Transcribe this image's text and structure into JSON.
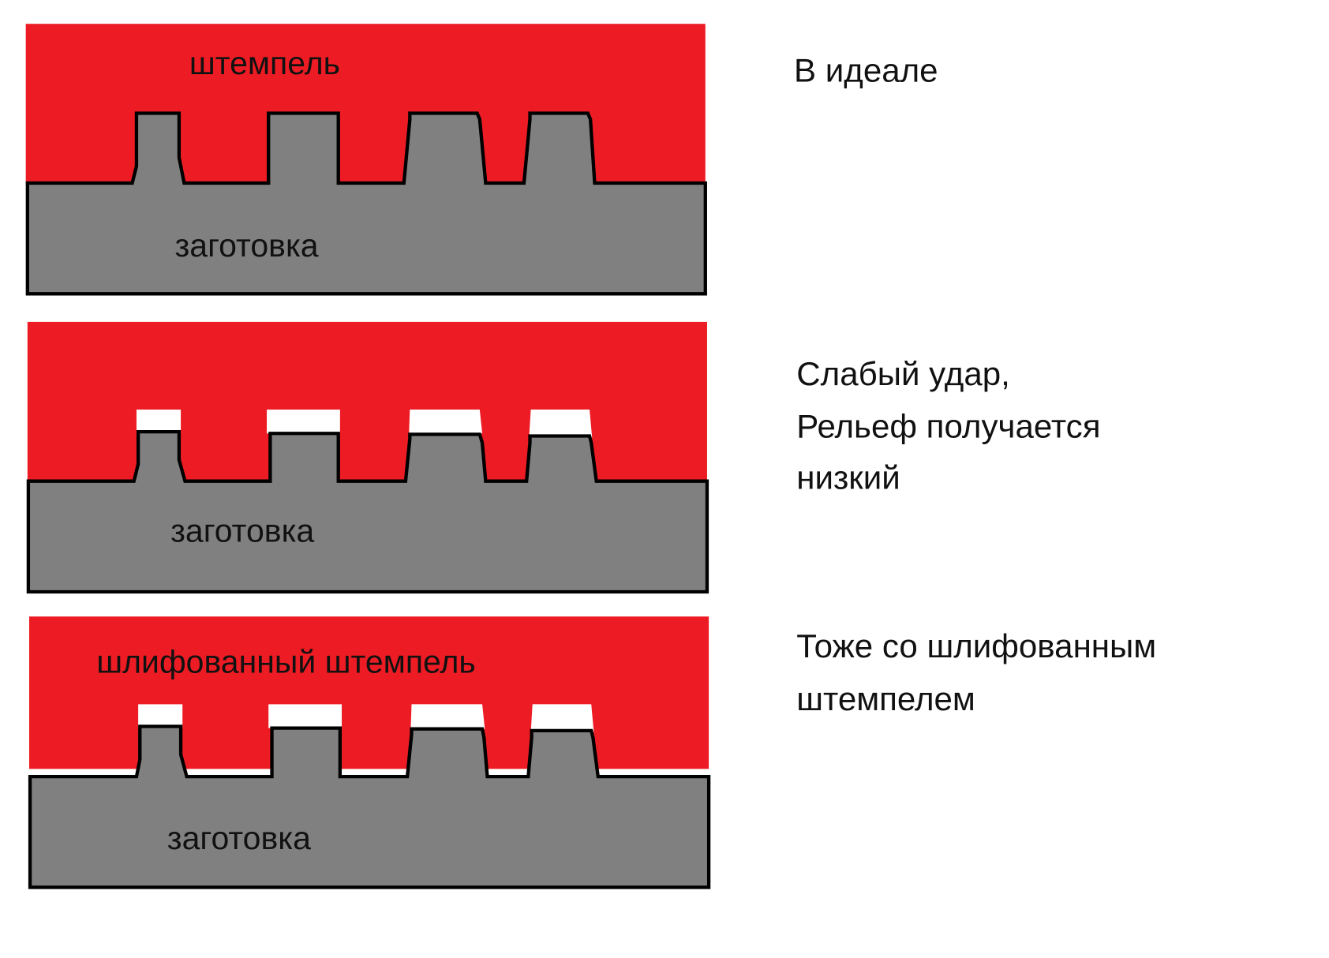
{
  "colors": {
    "die": "#ed1c24",
    "blank": "#808080",
    "outline": "#000000",
    "gap": "#ffffff"
  },
  "panels": [
    {
      "die_label": "штемпель",
      "blank_label": "заготовка",
      "caption": [
        "В идеале"
      ]
    },
    {
      "die_label": "",
      "blank_label": "заготовка",
      "caption": [
        "Слабый удар,",
        "Рельеф получается",
        "низкий"
      ]
    },
    {
      "die_label": "шлифованный штемпель",
      "blank_label": "заготовка",
      "caption": [
        "Тоже со шлифованным",
        "штемпелем"
      ]
    }
  ]
}
